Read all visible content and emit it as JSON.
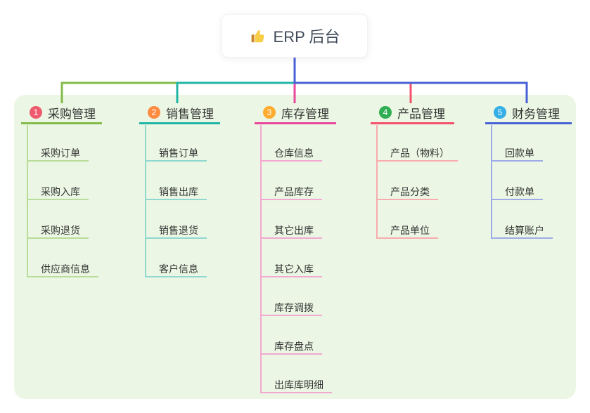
{
  "root": {
    "label": "ERP 后台",
    "icon": "thumbs-up"
  },
  "panel_background": "#ebf7e4",
  "branches": [
    {
      "num": "1",
      "label": "采购管理",
      "badge_color": "#ee5b6e",
      "line_color": "#82bb4a",
      "sub_line_color": "#b8dc99",
      "items": [
        "采购订单",
        "采购入库",
        "采购退货",
        "供应商信息"
      ]
    },
    {
      "num": "2",
      "label": "销售管理",
      "badge_color": "#ff8b40",
      "line_color": "#21b5a5",
      "sub_line_color": "#90d8cf",
      "items": [
        "销售订单",
        "销售出库",
        "销售退货",
        "客户信息"
      ]
    },
    {
      "num": "3",
      "label": "库存管理",
      "badge_color": "#ffab2e",
      "line_color": "#e9479c",
      "sub_line_color": "#f3a8cf",
      "items": [
        "仓库信息",
        "产品库存",
        "其它出库",
        "其它入库",
        "库存调拨",
        "库存盘点",
        "出库库明细"
      ]
    },
    {
      "num": "4",
      "label": "产品管理",
      "badge_color": "#2fae53",
      "line_color": "#f4516c",
      "sub_line_color": "#f9abb0",
      "items": [
        "产品（物料）",
        "产品分类",
        "产品单位"
      ]
    },
    {
      "num": "5",
      "label": "财务管理",
      "badge_color": "#36aee6",
      "line_color": "#4961d7",
      "sub_line_color": "#9fabe8",
      "items": [
        "回款单",
        "付款单",
        "结算账户"
      ]
    }
  ]
}
